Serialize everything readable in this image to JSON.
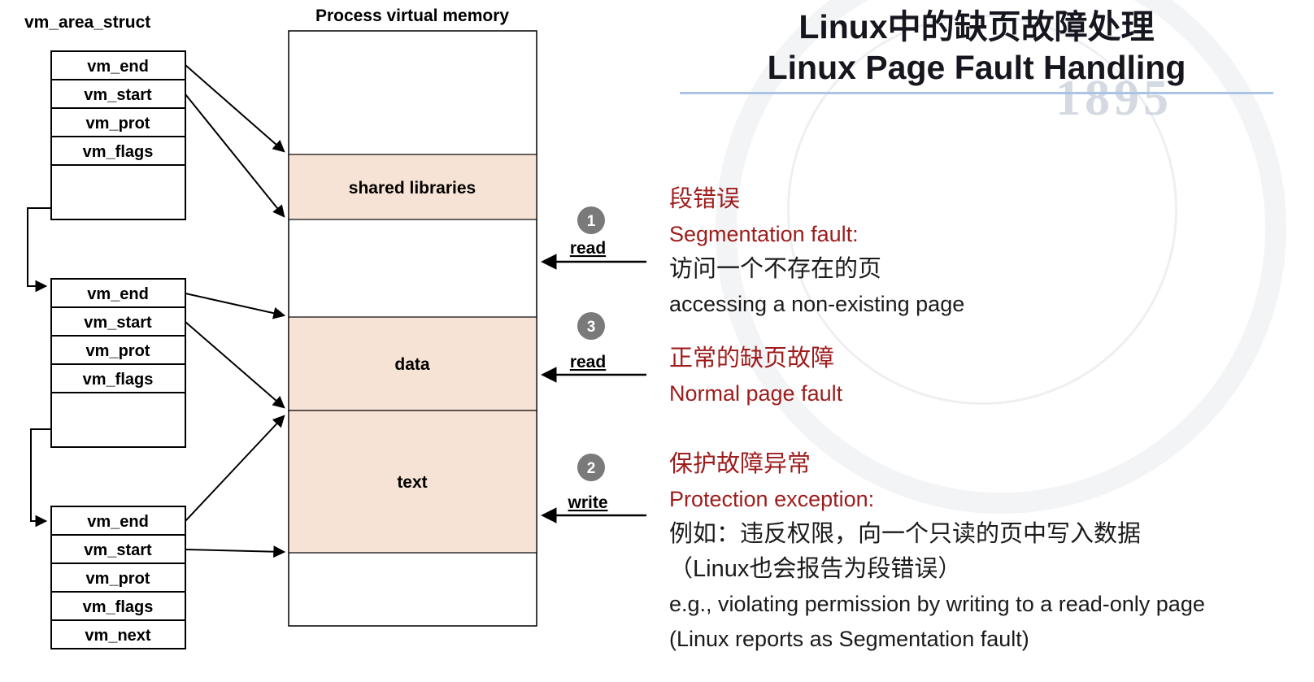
{
  "title": {
    "zh": "Linux中的缺页故障处理",
    "en": "Linux Page Fault Handling"
  },
  "diagram": {
    "struct_label": "vm_area_struct",
    "memory_title": "Process virtual memory",
    "structs": [
      {
        "rows": [
          "vm_end",
          "vm_start",
          "vm_prot",
          "vm_flags"
        ]
      },
      {
        "rows": [
          "vm_end",
          "vm_start",
          "vm_prot",
          "vm_flags"
        ]
      },
      {
        "rows": [
          "vm_end",
          "vm_start",
          "vm_prot",
          "vm_flags",
          "vm_next"
        ]
      }
    ],
    "regions": {
      "shared": "shared libraries",
      "data": "data",
      "text": "text"
    },
    "markers": [
      {
        "num": "1",
        "label": "read"
      },
      {
        "num": "3",
        "label": "read"
      },
      {
        "num": "2",
        "label": "write"
      }
    ]
  },
  "annotations": {
    "segfault": {
      "zh_head": "段错误",
      "en_head": "Segmentation fault:",
      "zh_body": "访问一个不存在的页",
      "en_body": "accessing a non-existing page"
    },
    "normal": {
      "zh_head": "正常的缺页故障",
      "en_head": "Normal page fault"
    },
    "protection": {
      "zh_head": "保护故障异常",
      "en_head": "Protection exception:",
      "zh_body1": "例如：违反权限，向一个只读的页中写入数据",
      "zh_body2": "（Linux也会报告为段错误）",
      "en_body": "e.g., violating permission by writing to a read-only page (Linux reports as Segmentation fault)"
    }
  },
  "watermark": {
    "year": "1895"
  },
  "colors": {
    "region_fill": "#f7e3d5",
    "accent_red": "#9e1c1c",
    "marker_gray": "#7a7a7a",
    "title_underline": "#a9c4e4"
  }
}
